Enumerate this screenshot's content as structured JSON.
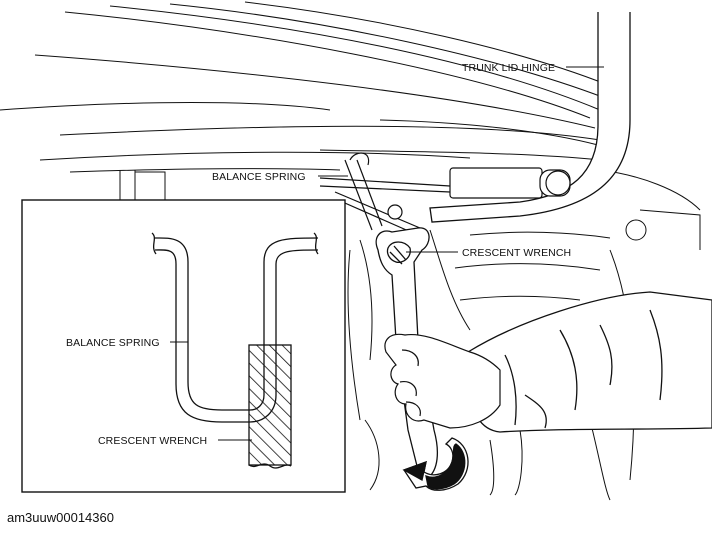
{
  "labels": {
    "trunk_lid_hinge": "TRUNK LID HINGE",
    "balance_spring": "BALANCE SPRING",
    "crescent_wrench": "CRESCENT WRENCH",
    "inset_balance_spring": "BALANCE SPRING",
    "inset_crescent_wrench": "CRESCENT WRENCH"
  },
  "figure_id": "am3uuw00014360",
  "colors": {
    "line": "#111111",
    "background": "#ffffff"
  }
}
